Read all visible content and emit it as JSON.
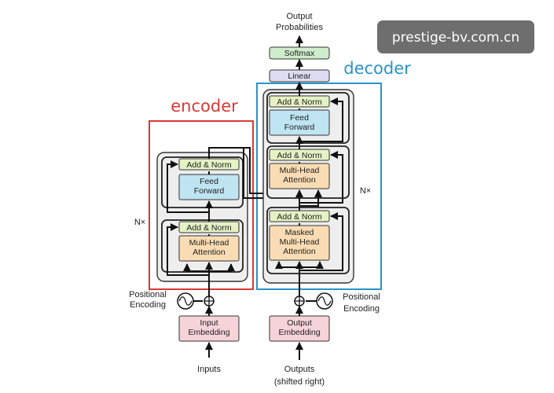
{
  "watermark": "prestige-bv.com.cn",
  "top": {
    "output_probabilities_line1": "Output",
    "output_probabilities_line2": "Probabilities",
    "softmax": "Softmax",
    "linear": "Linear"
  },
  "encoder": {
    "title": "encoder",
    "repeat": "N×",
    "add_norm_top": "Add & Norm",
    "ff_line1": "Feed",
    "ff_line2": "Forward",
    "add_norm_bottom": "Add & Norm",
    "mha_line1": "Multi-Head",
    "mha_line2": "Attention",
    "pos_enc_line1": "Positional",
    "pos_enc_line2": "Encoding",
    "embed_line1": "Input",
    "embed_line2": "Embedding",
    "input": "Inputs"
  },
  "decoder": {
    "title": "decoder",
    "repeat": "N×",
    "add_norm_top": "Add & Norm",
    "ff_line1": "Feed",
    "ff_line2": "Forward",
    "add_norm_mid": "Add & Norm",
    "mha_line1": "Multi-Head",
    "mha_line2": "Attention",
    "add_norm_bottom": "Add & Norm",
    "masked_line1": "Masked",
    "masked_line2": "Multi-Head",
    "masked_line3": "Attention",
    "pos_enc_line1": "Positional",
    "pos_enc_line2": "Encoding",
    "embed_line1": "Output",
    "embed_line2": "Embedding",
    "input_line1": "Outputs",
    "input_line2": "(shifted right)"
  },
  "colors": {
    "encoder_frame": "#d63a35",
    "decoder_frame": "#2a93c9",
    "add_norm": "#e4f2c4",
    "feed_forward": "#bfe4f2",
    "attention": "#fadcb4",
    "embedding": "#f5d3d8",
    "softmax": "#cfeccd",
    "linear": "#dcdcf2"
  }
}
